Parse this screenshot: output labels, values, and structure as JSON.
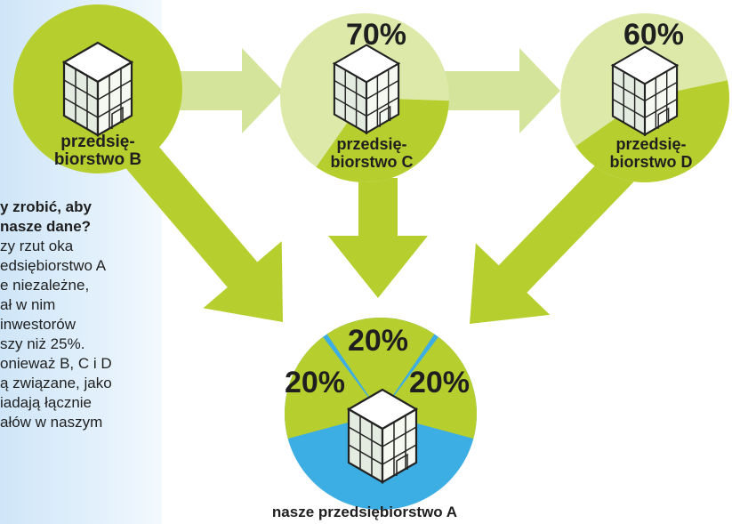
{
  "companies": {
    "b": {
      "label_line1": "przedsię-",
      "label_line2": "biorstwo B"
    },
    "c": {
      "label_line1": "przedsię-",
      "label_line2": "biorstwo C",
      "percent": "70%"
    },
    "d": {
      "label_line1": "przedsię-",
      "label_line2": "biorstwo D",
      "percent": "60%"
    },
    "a": {
      "caption": "nasze przedsiębiorstwo A",
      "shares": [
        "20%",
        "20%",
        "20%"
      ]
    }
  },
  "side_text": {
    "question_lines": [
      "y zrobić, aby",
      "nasze dane?"
    ],
    "body_lines": [
      "zy rzut oka",
      "edsiębiorstwo A",
      "e niezależne,",
      "ał w nim",
      "inwestorów",
      "szy niż 25%.",
      "onieważ B, C i D",
      "ą związane, jako",
      "iadają łącznie",
      "ałów w naszym"
    ]
  },
  "colors": {
    "green": "#b7cf2e",
    "light_green": "#dde9a9",
    "arrow_light": "#d4e49a",
    "blue": "#3daee3",
    "panel_blue": "#d7ebfa"
  },
  "icons": [
    "building-icon"
  ]
}
